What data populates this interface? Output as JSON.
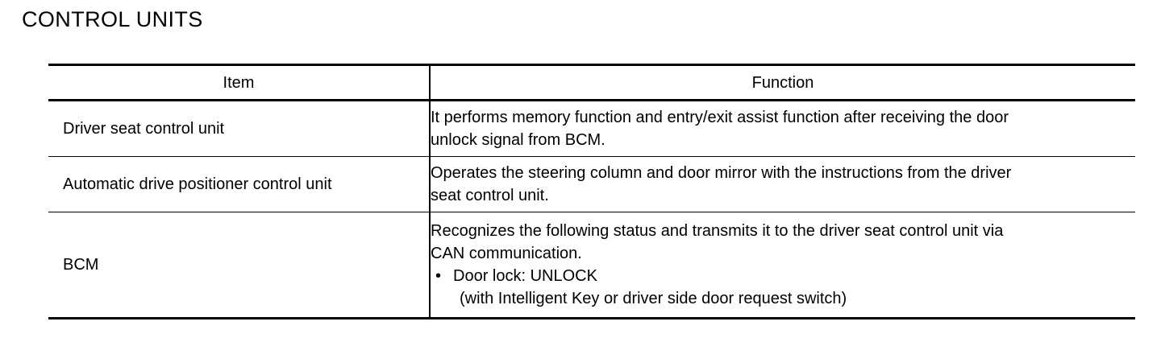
{
  "page": {
    "title": "CONTROL UNITS"
  },
  "table": {
    "headers": {
      "item": "Item",
      "function": "Function"
    },
    "rows": [
      {
        "item": "Driver seat control unit",
        "function_lines": [
          "It performs memory function and entry/exit assist function after receiving the door",
          "unlock signal from BCM."
        ],
        "function_text": "It performs memory function and entry/exit assist function after receiving the door unlock signal from BCM."
      },
      {
        "item": "Automatic drive positioner control unit",
        "function_lines": [
          "Operates the steering column and door mirror with the instructions from the driver",
          "seat control unit."
        ],
        "function_text": "Operates the steering column and door mirror with the instructions from the driver seat control unit."
      },
      {
        "item": "BCM",
        "function_lines": [
          "Recognizes the following status and transmits it to the driver seat control unit via",
          "CAN communication."
        ],
        "function_text": "Recognizes the following status and transmits it to the driver seat control unit via CAN communication.",
        "bullets": [
          {
            "marker": "•",
            "text": "Door lock: UNLOCK",
            "sub_text": "(with Intelligent Key or driver side door request switch)"
          }
        ]
      }
    ]
  },
  "colors": {
    "ink": "#000000",
    "paper": "#ffffff"
  }
}
